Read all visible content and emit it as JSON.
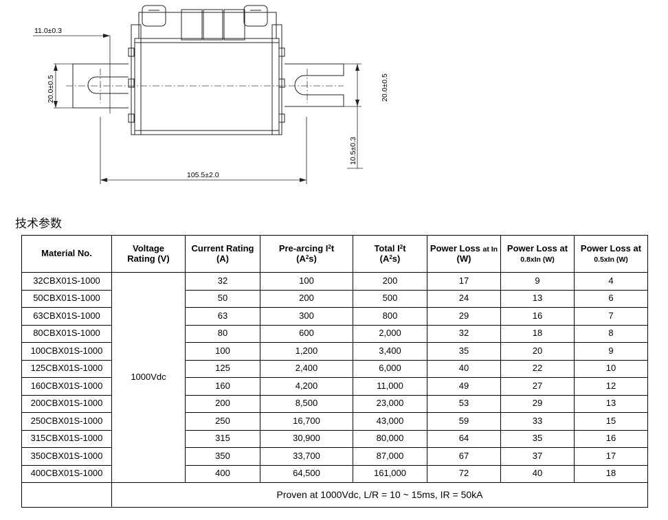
{
  "drawing": {
    "dim_width_top": "11.0±0.3",
    "dim_height_left": "20.0±0.5",
    "dim_height_right": "20.0±0.5",
    "dim_offset": "10.5±0.3",
    "dim_overall_length": "105.5±2.0"
  },
  "section_title": "技术参数",
  "table": {
    "headers": {
      "material": "Material No.",
      "voltage_l1": "Voltage",
      "voltage_l2": "Rating (V)",
      "current_l1": "Current Rating",
      "current_l2": "(A)",
      "prearc_l1_a": "Pre-arcing I",
      "prearc_sup": "2",
      "prearc_l1_b": "t",
      "prearc_l2_a": "(A",
      "prearc_l2_sup": "2",
      "prearc_l2_b": "s)",
      "total_l1_a": "Total I",
      "total_sup": "2",
      "total_l1_b": "t",
      "total_l2_a": "(A",
      "total_l2_sup": "2",
      "total_l2_b": "s)",
      "ploss_in_a": "Power Loss",
      "ploss_in_b": "at In",
      "ploss_in_l2": "(W)",
      "ploss_08_l1": "Power Loss at",
      "ploss_08_l2": "0.8xIn (W)",
      "ploss_05_l1": "Power Loss at",
      "ploss_05_l2": "0.5xIn (W)"
    },
    "voltage_value": "1000Vdc",
    "rows": [
      {
        "material": "32CBX01S-1000",
        "current": "32",
        "prearc": "100",
        "total": "200",
        "p_in": "17",
        "p_08": "9",
        "p_05": "4"
      },
      {
        "material": "50CBX01S-1000",
        "current": "50",
        "prearc": "200",
        "total": "500",
        "p_in": "24",
        "p_08": "13",
        "p_05": "6"
      },
      {
        "material": "63CBX01S-1000",
        "current": "63",
        "prearc": "300",
        "total": "800",
        "p_in": "29",
        "p_08": "16",
        "p_05": "7"
      },
      {
        "material": "80CBX01S-1000",
        "current": "80",
        "prearc": "600",
        "total": "2,000",
        "p_in": "32",
        "p_08": "18",
        "p_05": "8"
      },
      {
        "material": "100CBX01S-1000",
        "current": "100",
        "prearc": "1,200",
        "total": "3,400",
        "p_in": "35",
        "p_08": "20",
        "p_05": "9"
      },
      {
        "material": "125CBX01S-1000",
        "current": "125",
        "prearc": "2,400",
        "total": "6,000",
        "p_in": "40",
        "p_08": "22",
        "p_05": "10"
      },
      {
        "material": "160CBX01S-1000",
        "current": "160",
        "prearc": "4,200",
        "total": "11,000",
        "p_in": "49",
        "p_08": "27",
        "p_05": "12"
      },
      {
        "material": "200CBX01S-1000",
        "current": "200",
        "prearc": "8,500",
        "total": "23,000",
        "p_in": "53",
        "p_08": "29",
        "p_05": "13"
      },
      {
        "material": "250CBX01S-1000",
        "current": "250",
        "prearc": "16,700",
        "total": "43,000",
        "p_in": "59",
        "p_08": "33",
        "p_05": "15"
      },
      {
        "material": "315CBX01S-1000",
        "current": "315",
        "prearc": "30,900",
        "total": "80,000",
        "p_in": "64",
        "p_08": "35",
        "p_05": "16"
      },
      {
        "material": "350CBX01S-1000",
        "current": "350",
        "prearc": "33,700",
        "total": "87,000",
        "p_in": "67",
        "p_08": "37",
        "p_05": "17"
      },
      {
        "material": "400CBX01S-1000",
        "current": "400",
        "prearc": "64,500",
        "total": "161,000",
        "p_in": "72",
        "p_08": "40",
        "p_05": "18"
      }
    ],
    "footnote": "Proven at 1000Vdc, L/R = 10 ~ 15ms, IR = 50kA"
  }
}
